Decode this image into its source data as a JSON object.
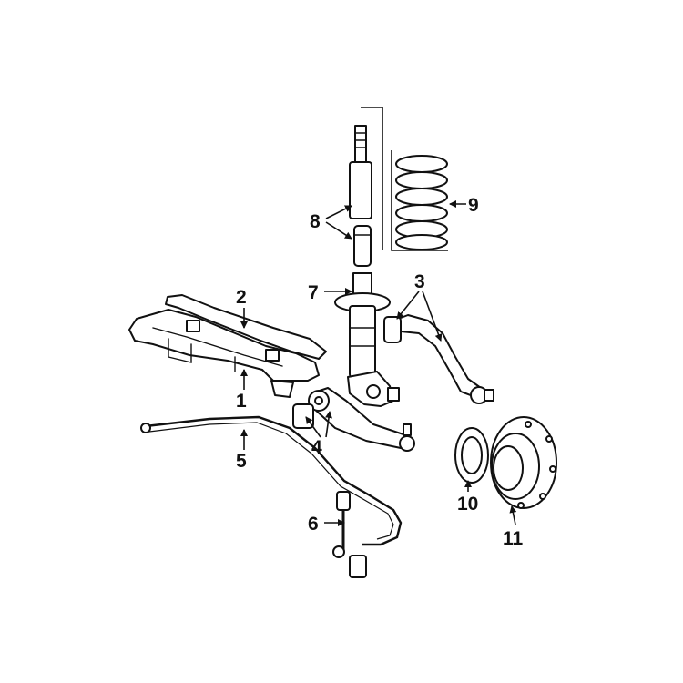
{
  "callouts": [
    {
      "id": "c1",
      "label": "1"
    },
    {
      "id": "c2",
      "label": "2"
    },
    {
      "id": "c3",
      "label": "3"
    },
    {
      "id": "c4",
      "label": "4"
    },
    {
      "id": "c5",
      "label": "5"
    },
    {
      "id": "c6",
      "label": "6"
    },
    {
      "id": "c7",
      "label": "7"
    },
    {
      "id": "c8",
      "label": "8"
    },
    {
      "id": "c9",
      "label": "9"
    },
    {
      "id": "c10",
      "label": "10"
    },
    {
      "id": "c11",
      "label": "11"
    }
  ]
}
